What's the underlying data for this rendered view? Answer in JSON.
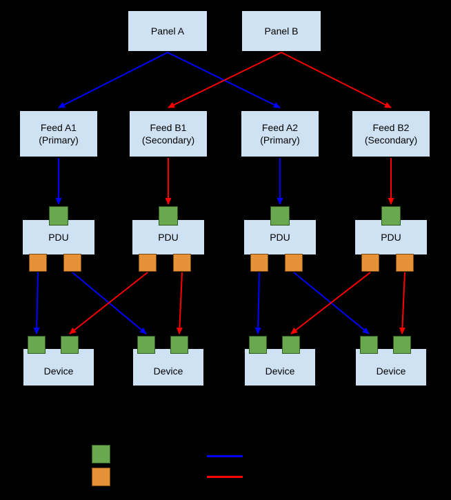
{
  "diagram": {
    "panels": [
      {
        "id": "panelA",
        "label": "Panel A"
      },
      {
        "id": "panelB",
        "label": "Panel B"
      }
    ],
    "feeds": [
      {
        "id": "feedA1",
        "line1": "Feed A1",
        "line2": "(Primary)"
      },
      {
        "id": "feedB1",
        "line1": "Feed B1",
        "line2": "(Secondary)"
      },
      {
        "id": "feedA2",
        "line1": "Feed A2",
        "line2": "(Primary)"
      },
      {
        "id": "feedB2",
        "line1": "Feed B2",
        "line2": "(Secondary)"
      }
    ],
    "pdus": [
      {
        "id": "pdu1",
        "label": "PDU"
      },
      {
        "id": "pdu2",
        "label": "PDU"
      },
      {
        "id": "pdu3",
        "label": "PDU"
      },
      {
        "id": "pdu4",
        "label": "PDU"
      }
    ],
    "devices": [
      {
        "id": "device1",
        "label": "Device"
      },
      {
        "id": "device2",
        "label": "Device"
      },
      {
        "id": "device3",
        "label": "Device"
      },
      {
        "id": "device4",
        "label": "Device"
      }
    ],
    "edges": [
      {
        "from": "panelA",
        "to": "feedA1",
        "type": "primary"
      },
      {
        "from": "panelA",
        "to": "feedA2",
        "type": "primary"
      },
      {
        "from": "panelB",
        "to": "feedB1",
        "type": "secondary"
      },
      {
        "from": "panelB",
        "to": "feedB2",
        "type": "secondary"
      },
      {
        "from": "feedA1",
        "to": "pdu1",
        "type": "primary"
      },
      {
        "from": "feedB1",
        "to": "pdu2",
        "type": "secondary"
      },
      {
        "from": "feedA2",
        "to": "pdu3",
        "type": "primary"
      },
      {
        "from": "feedB2",
        "to": "pdu4",
        "type": "secondary"
      },
      {
        "from": "pdu1.out1",
        "to": "device1.in1",
        "type": "primary"
      },
      {
        "from": "pdu1.out2",
        "to": "device2.in1",
        "type": "primary"
      },
      {
        "from": "pdu2.out1",
        "to": "device1.in2",
        "type": "secondary"
      },
      {
        "from": "pdu2.out2",
        "to": "device2.in2",
        "type": "secondary"
      },
      {
        "from": "pdu3.out1",
        "to": "device3.in1",
        "type": "primary"
      },
      {
        "from": "pdu3.out2",
        "to": "device4.in1",
        "type": "primary"
      },
      {
        "from": "pdu4.out1",
        "to": "device3.in2",
        "type": "secondary"
      },
      {
        "from": "pdu4.out2",
        "to": "device4.in2",
        "type": "secondary"
      }
    ],
    "colors": {
      "background": "#000000",
      "box_fill": "#cfe2f3",
      "box_border": "#000000",
      "input_port": "#6aa84f",
      "output_port": "#e69138",
      "primary_path": "#0000ff",
      "secondary_path": "#ff0000"
    },
    "legend": {
      "items": [
        {
          "name": "input-port-swatch",
          "color": "#6aa84f"
        },
        {
          "name": "output-port-swatch",
          "color": "#e69138"
        },
        {
          "name": "primary-feed-line",
          "color": "#0000ff"
        },
        {
          "name": "secondary-feed-line",
          "color": "#ff0000"
        }
      ]
    }
  }
}
